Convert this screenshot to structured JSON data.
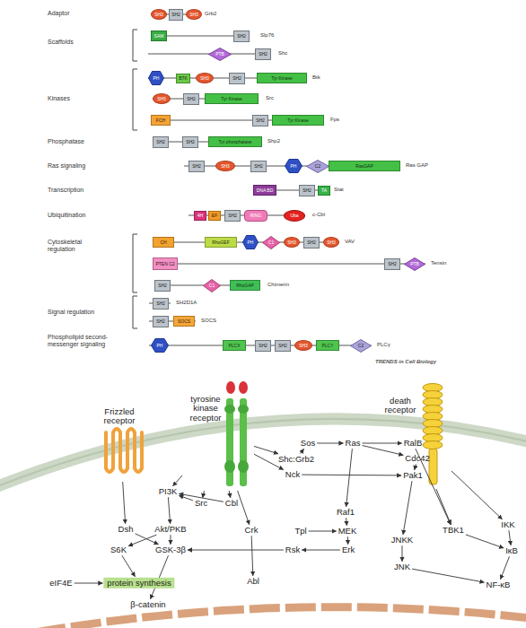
{
  "diagram": {
    "nodes": [
      {
        "text": [
          "SH3"
        ]
      },
      {
        "text": [
          "SH2"
        ]
      },
      {
        "text": [
          "SH3"
        ]
      },
      {
        "text": [
          "SAM"
        ]
      },
      {
        "text": [
          "SH2"
        ]
      },
      {
        "text": [
          "PTB"
        ]
      },
      {
        "text": [
          "SH2"
        ]
      },
      {
        "text": [
          "PH"
        ]
      },
      {
        "text": [
          "BTK"
        ]
      },
      {
        "text": [
          "SH3"
        ]
      },
      {
        "text": [
          "SH2"
        ]
      },
      {
        "text": [
          "Tyr Kinase"
        ]
      },
      {
        "text": [
          "SH3"
        ]
      },
      {
        "text": [
          "SH2"
        ]
      },
      {
        "text": [
          "Tyr Kinase"
        ]
      },
      {
        "text": [
          "FCH"
        ]
      },
      {
        "text": [
          "SH2"
        ]
      },
      {
        "text": [
          "Tyr Kinase"
        ]
      },
      {
        "text": [
          "SH2"
        ]
      },
      {
        "text": [
          "SH2"
        ]
      },
      {
        "text": [
          "Tyr phosphatase"
        ]
      },
      {
        "text": [
          "SH2"
        ]
      },
      {
        "text": [
          "SH3"
        ]
      },
      {
        "text": [
          "SH2"
        ]
      },
      {
        "text": [
          "PH"
        ]
      },
      {
        "text": [
          "C2"
        ]
      },
      {
        "text": [
          "RasGAP"
        ]
      },
      {
        "text": [
          "DNA BD"
        ]
      },
      {
        "text": [
          "SH2"
        ]
      },
      {
        "text": [
          "TA"
        ]
      },
      {
        "text": [
          "4H"
        ]
      },
      {
        "text": [
          "EF"
        ]
      },
      {
        "text": [
          "SH2"
        ]
      },
      {
        "text": [
          "RING"
        ]
      },
      {
        "text": [
          "Uba"
        ]
      },
      {
        "text": [
          "CH"
        ]
      },
      {
        "text": [
          "RhoGEF"
        ]
      },
      {
        "text": [
          "PH"
        ]
      },
      {
        "text": [
          "C1"
        ]
      },
      {
        "text": [
          "SH3"
        ]
      },
      {
        "text": [
          "SH2"
        ]
      },
      {
        "text": [
          "SH3"
        ]
      },
      {
        "text": [
          "PTEN C2"
        ]
      },
      {
        "text": [
          "SH2"
        ]
      },
      {
        "text": [
          "PTB"
        ]
      },
      {
        "text": [
          "SH2"
        ]
      },
      {
        "text": [
          "C1"
        ]
      },
      {
        "text": [
          "RhoGAP"
        ]
      },
      {
        "text": [
          "SH2"
        ]
      },
      {
        "text": [
          "SH2"
        ]
      },
      {
        "text": [
          "SOCS"
        ]
      },
      {
        "text": [
          "PH"
        ]
      },
      {
        "text": [
          "PLCX"
        ]
      },
      {
        "text": [
          "SH2"
        ]
      },
      {
        "text": [
          "SH2"
        ]
      },
      {
        "text": [
          "SH3"
        ]
      },
      {
        "text": [
          "PLCY"
        ]
      },
      {
        "text": [
          "C2"
        ]
      },
      {
        "text": [
          "Frizzled receptor"
        ]
      },
      {
        "text": [
          "tyrosine kinase receptor"
        ]
      },
      {
        "text": [
          "death receptor"
        ]
      },
      {
        "text": [
          "Sos"
        ]
      },
      {
        "text": [
          "Ras"
        ]
      },
      {
        "text": [
          "RalB"
        ]
      },
      {
        "text": [
          "Cdc42"
        ]
      },
      {
        "text": [
          "Shc:Grb2"
        ]
      },
      {
        "text": [
          "Nck"
        ]
      },
      {
        "text": [
          "Pak1"
        ]
      },
      {
        "text": [
          "PI3K"
        ]
      },
      {
        "text": [
          "Src"
        ]
      },
      {
        "text": [
          "Cbl"
        ]
      },
      {
        "text": [
          "Raf1"
        ]
      },
      {
        "text": [
          "Dsh"
        ]
      },
      {
        "text": [
          "Akt/PKB"
        ]
      },
      {
        "text": [
          "Crk"
        ]
      },
      {
        "text": [
          "Tpl"
        ]
      },
      {
        "text": [
          "MEK"
        ]
      },
      {
        "text": [
          "TBK1"
        ]
      },
      {
        "text": [
          "IKK"
        ]
      },
      {
        "text": [
          "JNKK"
        ]
      },
      {
        "text": [
          "IκB"
        ]
      },
      {
        "text": [
          "S6K"
        ]
      },
      {
        "text": [
          "GSK-3β"
        ]
      },
      {
        "text": [
          "Rsk"
        ]
      },
      {
        "text": [
          "Erk"
        ]
      },
      {
        "text": [
          "JNK"
        ]
      },
      {
        "text": [
          "eIF4E"
        ]
      },
      {
        "text": [
          "protein synthesis"
        ]
      },
      {
        "text": [
          "Abl"
        ]
      },
      {
        "text": [
          "NF-κB"
        ]
      },
      {
        "text": [
          "β-catenin"
        ]
      }
    ],
    "edges": [
      {
        "from": 61,
        "to": 62,
        "arrow": "to"
      },
      {
        "from": 62,
        "to": 63,
        "arrow": "to"
      },
      {
        "from": 62,
        "to": 64,
        "arrow": "to"
      },
      {
        "from": 62,
        "to": 71,
        "arrow": "to"
      },
      {
        "from": 65,
        "to": 61,
        "arrow": "to"
      },
      {
        "from": 59,
        "to": 65,
        "arrow": "to"
      },
      {
        "from": 59,
        "to": 66,
        "arrow": "to"
      },
      {
        "from": 66,
        "to": 67,
        "arrow": "to"
      },
      {
        "from": 64,
        "to": 67,
        "arrow": "to"
      },
      {
        "from": 63,
        "to": 77,
        "arrow": "to"
      },
      {
        "from": 67,
        "to": 79,
        "arrow": "to"
      },
      {
        "from": 60,
        "to": 77,
        "arrow": "to"
      },
      {
        "from": 60,
        "to": 78,
        "arrow": "to"
      },
      {
        "from": 78,
        "to": 80,
        "arrow": "to"
      },
      {
        "from": 77,
        "to": 80,
        "arrow": "to"
      },
      {
        "from": 80,
        "to": 89,
        "arrow": "to"
      },
      {
        "from": 79,
        "to": 85,
        "arrow": "to"
      },
      {
        "from": 85,
        "to": 89,
        "arrow": "to"
      },
      {
        "from": 71,
        "to": 76,
        "arrow": "to"
      },
      {
        "from": 75,
        "to": 76,
        "arrow": "to"
      },
      {
        "from": 76,
        "to": 84,
        "arrow": "to"
      },
      {
        "from": 84,
        "to": 83,
        "arrow": "to"
      },
      {
        "from": 83,
        "to": 82,
        "arrow": "to"
      },
      {
        "from": 59,
        "to": 68,
        "arrow": "to"
      },
      {
        "from": 59,
        "to": 69,
        "arrow": "to"
      },
      {
        "from": 69,
        "to": 68,
        "arrow": "to"
      },
      {
        "from": 59,
        "to": 70,
        "arrow": "to"
      },
      {
        "from": 70,
        "to": 68,
        "arrow": "to"
      },
      {
        "from": 59,
        "to": 74,
        "arrow": "to"
      },
      {
        "from": 74,
        "to": 88,
        "arrow": "to"
      },
      {
        "from": 68,
        "to": 73,
        "arrow": "to"
      },
      {
        "from": 73,
        "to": 81,
        "arrow": "to"
      },
      {
        "from": 73,
        "to": 82,
        "arrow": "to"
      },
      {
        "from": 58,
        "to": 72,
        "arrow": "to"
      },
      {
        "from": 72,
        "to": 82,
        "arrow": "to"
      },
      {
        "from": 81,
        "to": 87,
        "arrow": "to"
      },
      {
        "from": 86,
        "to": 87,
        "arrow": "to"
      },
      {
        "from": 82,
        "to": 90,
        "arrow": "to"
      }
    ],
    "labels": [
      "Adaptor",
      "Scaffolds",
      "Kinases",
      "Phosphatase",
      "Ras signaling",
      "Transcription",
      "Ubiquitination",
      "Cytoskeletal regulation",
      "Signal regulation",
      "Phospholipid second-messenger signaling",
      "Grb2",
      "Slp76",
      "Shc",
      "Btk",
      "Src",
      "Fps",
      "Shp2",
      "Ras GAP",
      "Stat",
      "c-Cbl",
      "VAV",
      "Tensin",
      "Chimerin",
      "SH2D1A",
      "SOCS",
      "PLCγ",
      "TRENDS in Cell Biology"
    ]
  }
}
